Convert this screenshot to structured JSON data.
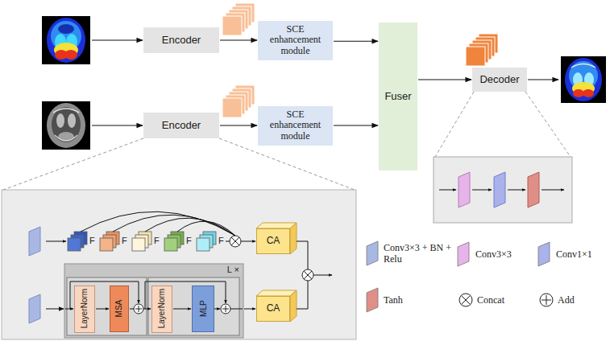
{
  "diagram": {
    "nodes": [
      {
        "text": [
          "Encoder"
        ]
      },
      {
        "text": [
          "SCE enhancement module"
        ]
      },
      {
        "text": [
          "Fuser"
        ]
      },
      {
        "text": [
          "Decoder"
        ]
      },
      {
        "text": [
          "Encoder"
        ]
      },
      {
        "text": [
          "SCE enhancement module"
        ]
      },
      {
        "text": [
          "CA"
        ]
      },
      {
        "text": [
          "L ×"
        ]
      },
      {
        "text": [
          "LayerNorm"
        ],
        "in": 7
      },
      {
        "text": [
          "MSA"
        ],
        "in": 7
      },
      {
        "text": [
          "LayerNorm"
        ],
        "in": 7
      },
      {
        "text": [
          "MLP"
        ],
        "in": 7
      },
      {
        "text": [
          "CA"
        ]
      }
    ],
    "edges": [
      {
        "from": 0,
        "to": 1,
        "arrow": "to"
      },
      {
        "from": 1,
        "to": 2,
        "arrow": "to"
      },
      {
        "from": 4,
        "to": 5,
        "arrow": "to"
      },
      {
        "from": 5,
        "to": 2,
        "arrow": "to"
      },
      {
        "from": 2,
        "to": 3,
        "arrow": "to"
      },
      {
        "from": 8,
        "to": 9,
        "arrow": "to"
      },
      {
        "from": 9,
        "to": 10,
        "arrow": "to"
      },
      {
        "from": 10,
        "to": 11,
        "arrow": "to"
      },
      {
        "from": 7,
        "to": 12,
        "arrow": "to"
      }
    ],
    "labels": [
      "F",
      "F",
      "F",
      "F",
      "F"
    ],
    "legend": [
      {
        "text": "Conv3×3 + BN + Relu",
        "color": "#a9b7e3"
      },
      {
        "text": "Conv3×3",
        "color": "#e7b4ea"
      },
      {
        "text": "Conv1×1",
        "color": "#a9b2ea"
      },
      {
        "text": "Tanh",
        "color": "#df8f88"
      },
      {
        "text": "Concat"
      },
      {
        "text": "Add"
      }
    ]
  }
}
